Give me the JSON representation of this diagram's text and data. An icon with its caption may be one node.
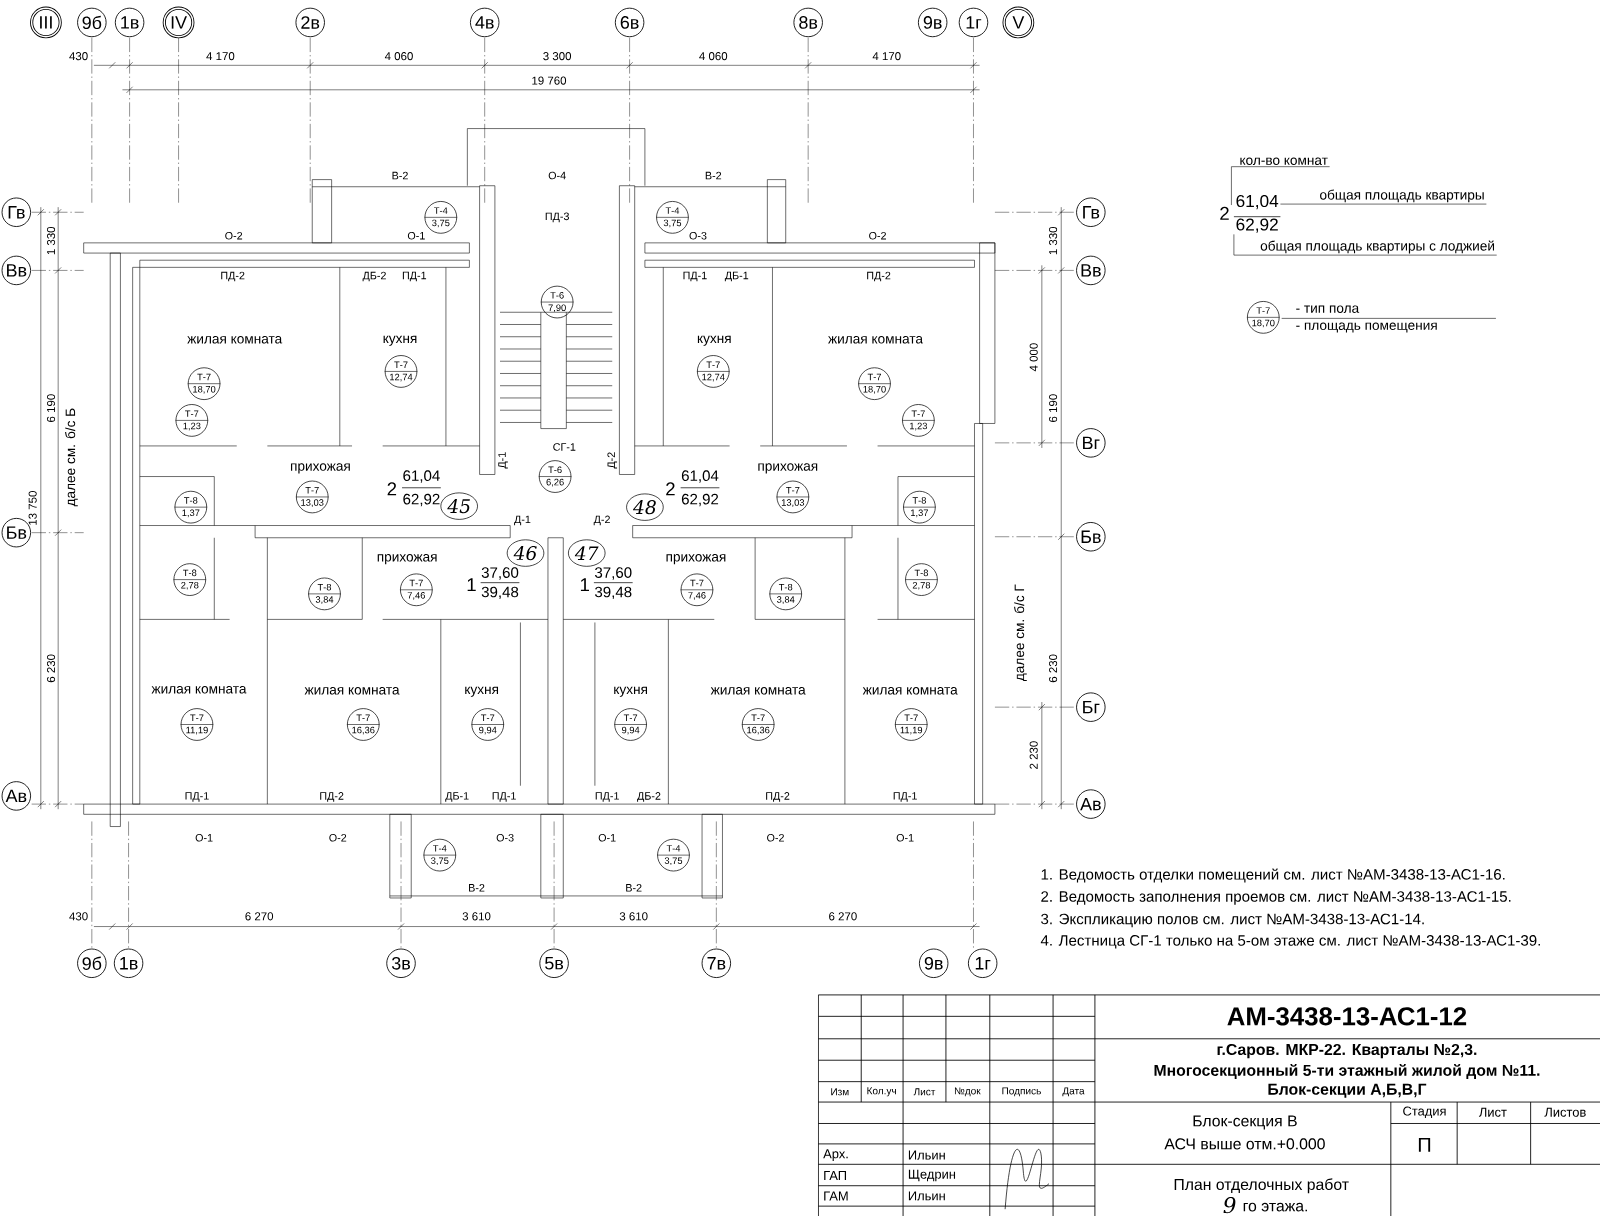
{
  "diagram": {
    "nodes": [
      {
        "text": [
          "III"
        ]
      },
      {
        "text": [
          "9б"
        ]
      },
      {
        "text": [
          "1в"
        ]
      },
      {
        "text": [
          "IV"
        ]
      },
      {
        "text": [
          "2в"
        ]
      },
      {
        "text": [
          "4в"
        ]
      },
      {
        "text": [
          "6в"
        ]
      },
      {
        "text": [
          "8в"
        ]
      },
      {
        "text": [
          "9в"
        ]
      },
      {
        "text": [
          "1г"
        ]
      },
      {
        "text": [
          "V"
        ]
      },
      {
        "text": [
          "Гв"
        ]
      },
      {
        "text": [
          "Вв"
        ]
      },
      {
        "text": [
          "Бв"
        ]
      },
      {
        "text": [
          "Ав"
        ]
      },
      {
        "text": [
          "Гв"
        ]
      },
      {
        "text": [
          "Вв"
        ]
      },
      {
        "text": [
          "Вг"
        ]
      },
      {
        "text": [
          "Бв"
        ]
      },
      {
        "text": [
          "Бг"
        ]
      },
      {
        "text": [
          "Ав"
        ]
      },
      {
        "text": [
          "9б"
        ]
      },
      {
        "text": [
          "1в"
        ]
      },
      {
        "text": [
          "3в"
        ]
      },
      {
        "text": [
          "5в"
        ]
      },
      {
        "text": [
          "7в"
        ]
      },
      {
        "text": [
          "9в"
        ]
      },
      {
        "text": [
          "1г"
        ]
      },
      {
        "text": [
          "Т-4",
          "3,75"
        ]
      },
      {
        "text": [
          "Т-4",
          "3,75"
        ]
      },
      {
        "text": [
          "Т-6",
          "7,90"
        ]
      },
      {
        "text": [
          "Т-7",
          "18,70"
        ]
      },
      {
        "text": [
          "Т-7",
          "12,74"
        ]
      },
      {
        "text": [
          "Т-7",
          "12,74"
        ]
      },
      {
        "text": [
          "Т-7",
          "18,70"
        ]
      },
      {
        "text": [
          "Т-7",
          "1,23"
        ]
      },
      {
        "text": [
          "Т-7",
          "1,23"
        ]
      },
      {
        "text": [
          "Т-8",
          "1,37"
        ]
      },
      {
        "text": [
          "Т-7",
          "13,03"
        ]
      },
      {
        "text": [
          "Т-6",
          "6,26"
        ]
      },
      {
        "text": [
          "Т-7",
          "13,03"
        ]
      },
      {
        "text": [
          "Т-8",
          "1,37"
        ]
      },
      {
        "text": [
          "Т-8",
          "2,78"
        ]
      },
      {
        "text": [
          "Т-8",
          "3,84"
        ]
      },
      {
        "text": [
          "Т-7",
          "7,46"
        ]
      },
      {
        "text": [
          "Т-7",
          "7,46"
        ]
      },
      {
        "text": [
          "Т-8",
          "3,84"
        ]
      },
      {
        "text": [
          "Т-8",
          "2,78"
        ]
      },
      {
        "text": [
          "Т-7",
          "11,19"
        ]
      },
      {
        "text": [
          "Т-7",
          "16,36"
        ]
      },
      {
        "text": [
          "Т-7",
          "9,94"
        ]
      },
      {
        "text": [
          "Т-7",
          "9,94"
        ]
      },
      {
        "text": [
          "Т-7",
          "16,36"
        ]
      },
      {
        "text": [
          "Т-7",
          "11,19"
        ]
      },
      {
        "text": [
          "Т-4",
          "3,75"
        ]
      },
      {
        "text": [
          "Т-4",
          "3,75"
        ]
      },
      {
        "text": [
          "45"
        ]
      },
      {
        "text": [
          "46"
        ]
      },
      {
        "text": [
          "47"
        ]
      },
      {
        "text": [
          "48"
        ]
      },
      {
        "text": [
          "кол-во комнат"
        ]
      },
      {
        "text": [
          "2"
        ]
      },
      {
        "text": [
          "61,04"
        ]
      },
      {
        "text": [
          "62,92"
        ]
      },
      {
        "text": [
          "общая площадь квартиры"
        ]
      },
      {
        "text": [
          "общая площадь квартиры с лоджией"
        ]
      },
      {
        "text": [
          "Т-7",
          "18,70"
        ]
      }
    ],
    "edges": [
      {
        "from": 60,
        "to": 61,
        "arrow": "none"
      },
      {
        "from": 64,
        "to": 62,
        "arrow": "none"
      },
      {
        "from": 65,
        "to": 63,
        "arrow": "none"
      }
    ],
    "labels": [
      "430",
      "4 170",
      "4 060",
      "3 300",
      "4 060",
      "4 170",
      "19 760",
      "В-2",
      "О-4",
      "В-2",
      "ПД-3",
      "О-2",
      "О-1",
      "О-3",
      "О-2",
      "ПД-2",
      "ДБ-2",
      "ПД-1",
      "ПД-1",
      "ДБ-1",
      "ПД-2",
      "жилая комната",
      "кухня",
      "кухня",
      "жилая комната",
      "СГ-1",
      "прихожая",
      "прихожая",
      "Д-1",
      "Д-2",
      "2",
      "61,04",
      "62,92",
      "2",
      "61,04",
      "62,92",
      "Д-1",
      "Д-2",
      "прихожая",
      "прихожая",
      "1",
      "37,60",
      "39,48",
      "1",
      "37,60",
      "39,48",
      "жилая комната",
      "жилая комната",
      "кухня",
      "кухня",
      "жилая комната",
      "жилая комната",
      "ПД-1",
      "ПД-2",
      "ДБ-1",
      "ПД-1",
      "ПД-1",
      "ДБ-2",
      "ПД-2",
      "ПД-1",
      "О-1",
      "О-2",
      "О-3",
      "О-1",
      "О-2",
      "О-1",
      "В-2",
      "В-2",
      "430",
      "6 270",
      "3 610",
      "3 610",
      "6 270",
      "1 330",
      "6 190",
      "13 750",
      "6 230",
      "далее см. б/с Б",
      "1 330",
      "4 000",
      "6 190",
      "6 230",
      "2 230",
      "далее см. б/с Г",
      "- тип пола",
      "- площадь помещения",
      "1. Ведомость отделки помещений см. лист №АМ-3438-13-АС1-16.",
      "2. Ведомость заполнения проемов см. лист №АМ-3438-13-АС1-15.",
      "3. Экспликацию полов см. лист №АМ-3438-13-АС1-14.",
      "4. Лестница СГ-1 только на 5-ом этаже см. лист №АМ-3438-13-АС1-39.",
      "АМ-3438-13-АС1-12",
      "г.Саров. МКР-22. Кварталы №2,3.",
      "Многосекционный 5-ти этажный жилой дом №11.",
      "Блок-секции А,Б,В,Г",
      "Изм",
      "Кол.уч",
      "Лист",
      "№док",
      "Подпись",
      "Дата",
      "Стадия",
      "Лист",
      "Листов",
      "Блок-секция В",
      "АСЧ выше отм.+0.000",
      "П",
      "Арх.",
      "Ильин",
      "ГАП",
      "Щедрин",
      "ГАМ",
      "Ильин",
      "План отделочных работ",
      "го этажа.",
      "9"
    ]
  }
}
